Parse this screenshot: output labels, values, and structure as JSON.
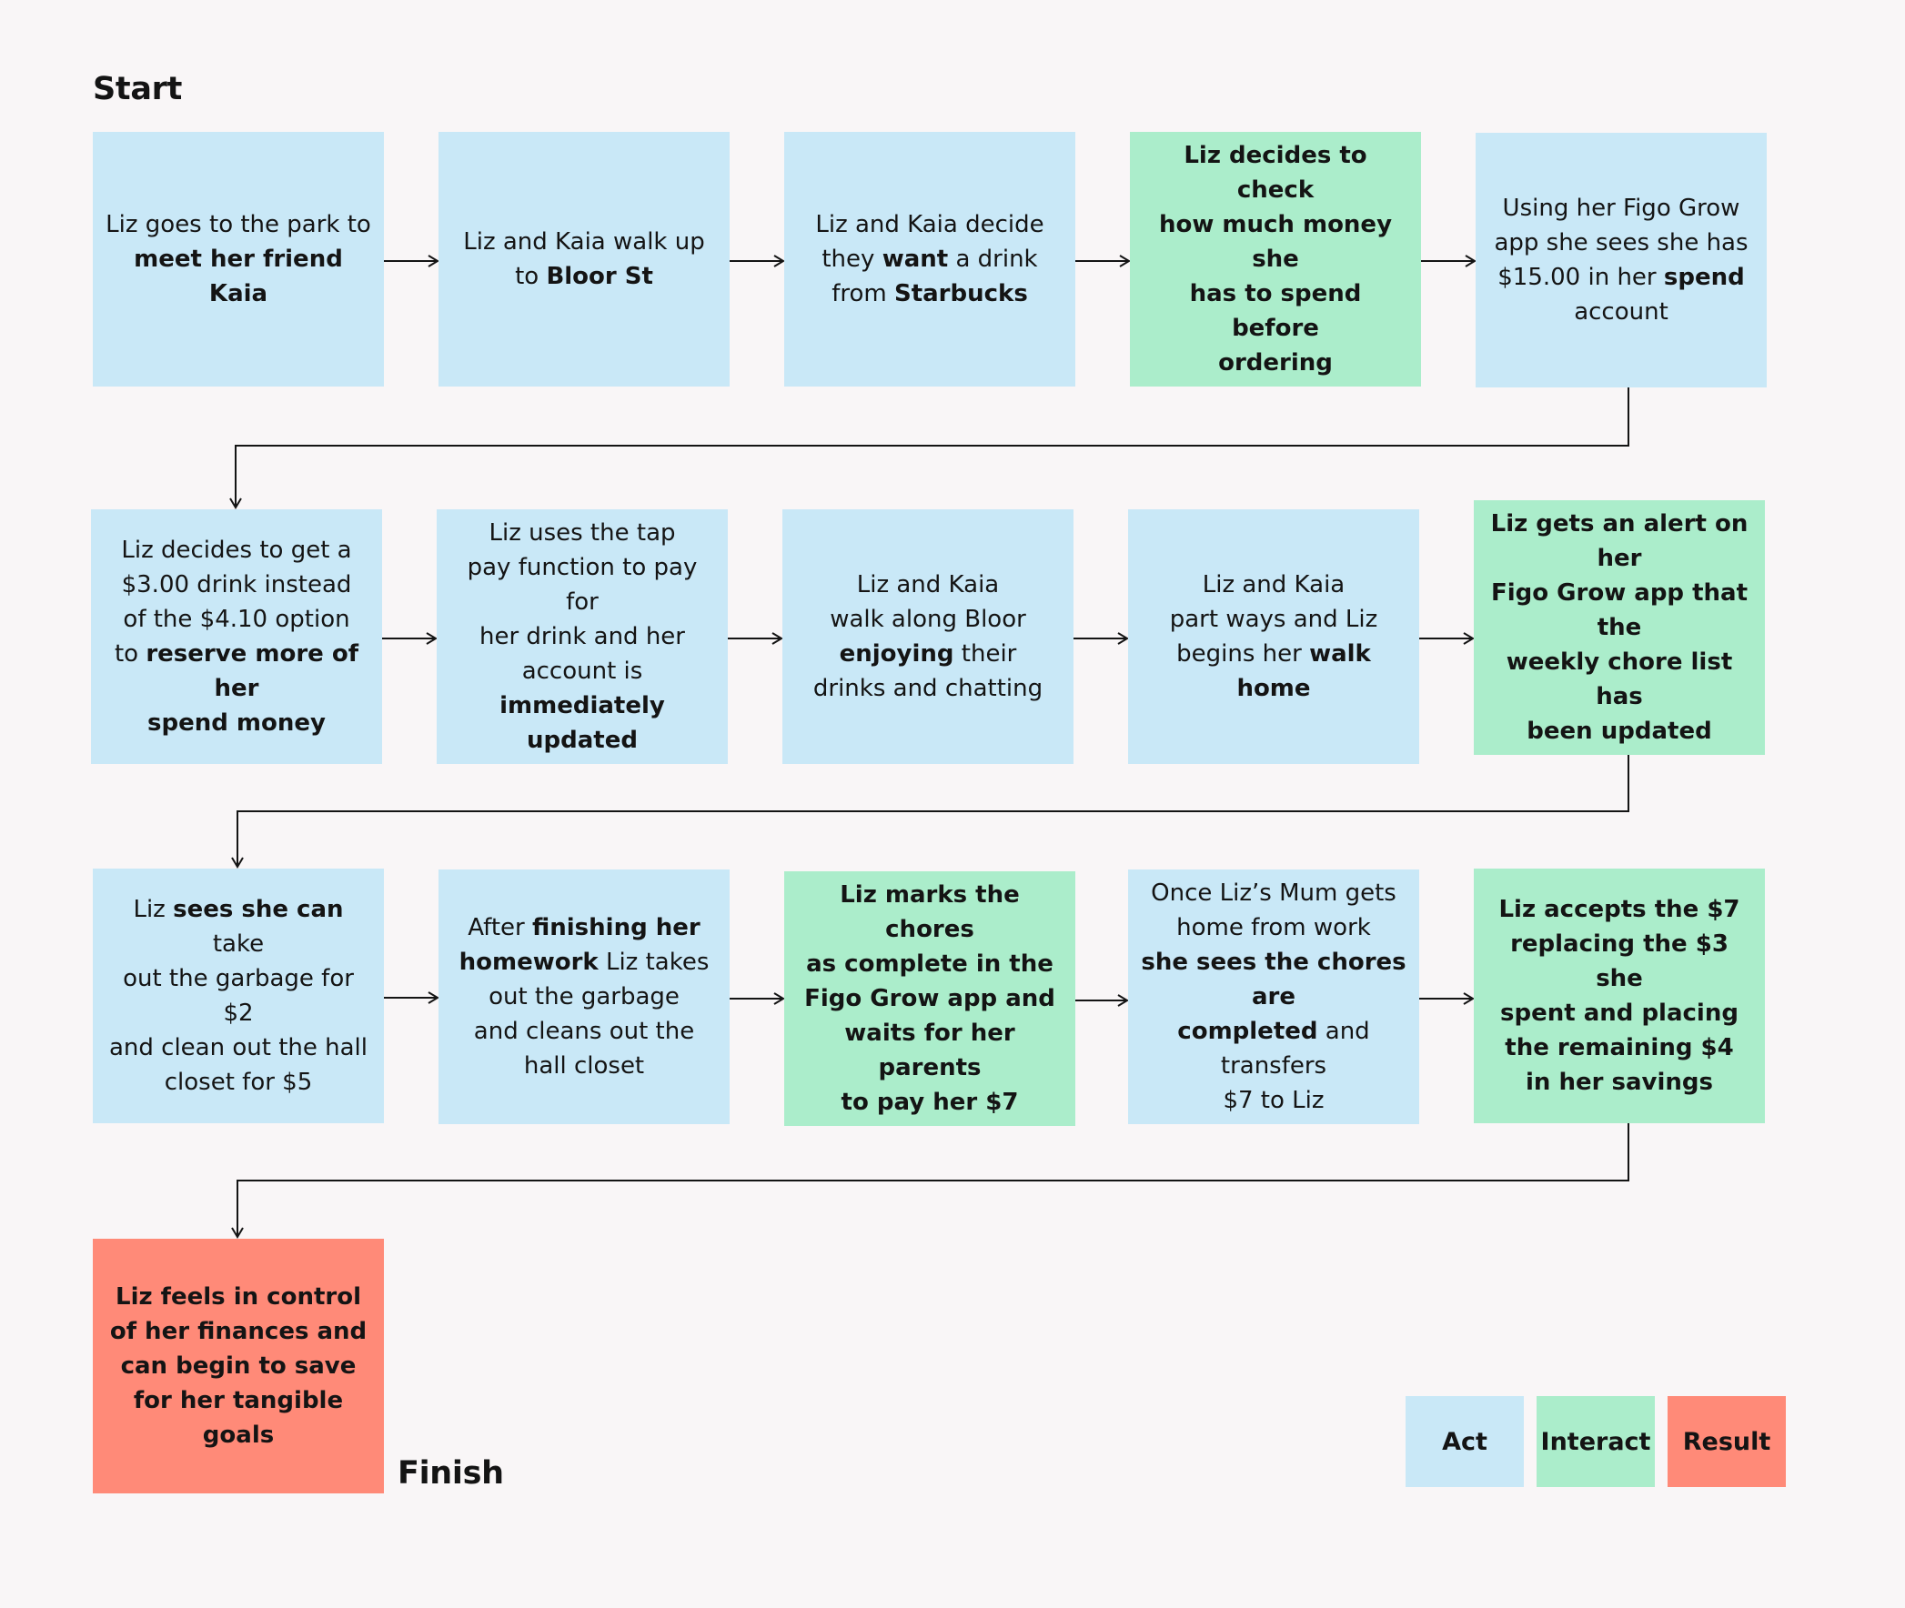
{
  "headings": {
    "start": "Start",
    "finish": "Finish"
  },
  "colors": {
    "act": "#c9e8f7",
    "interact": "#abedcb",
    "result": "#ff8a78",
    "line": "#141414"
  },
  "steps": [
    {
      "id": 1,
      "kind": "act",
      "lines": [
        [
          {
            "t": "Liz goes to the park to"
          }
        ],
        [
          {
            "t": "meet her friend Kaia",
            "b": true
          }
        ]
      ]
    },
    {
      "id": 2,
      "kind": "act",
      "lines": [
        [
          {
            "t": "Liz and Kaia walk up"
          }
        ],
        [
          {
            "t": "to "
          },
          {
            "t": "Bloor St",
            "b": true
          }
        ]
      ]
    },
    {
      "id": 3,
      "kind": "act",
      "lines": [
        [
          {
            "t": "Liz and Kaia decide"
          }
        ],
        [
          {
            "t": "they "
          },
          {
            "t": "want",
            "b": true
          },
          {
            "t": " a drink"
          }
        ],
        [
          {
            "t": "from "
          },
          {
            "t": "Starbucks",
            "b": true
          }
        ]
      ]
    },
    {
      "id": 4,
      "kind": "interact",
      "lines": [
        [
          {
            "t": "Liz decides to check"
          }
        ],
        [
          {
            "t": "how much money she"
          }
        ],
        [
          {
            "t": "has to spend before"
          }
        ],
        [
          {
            "t": "ordering"
          }
        ]
      ]
    },
    {
      "id": 5,
      "kind": "act",
      "lines": [
        [
          {
            "t": "Using her Figo Grow"
          }
        ],
        [
          {
            "t": "app she sees she has"
          }
        ],
        [
          {
            "t": "$15.00 in her "
          },
          {
            "t": "spend",
            "b": true
          }
        ],
        [
          {
            "t": "account"
          }
        ]
      ]
    },
    {
      "id": 6,
      "kind": "act",
      "lines": [
        [
          {
            "t": "Liz decides to get a"
          }
        ],
        [
          {
            "t": "$3.00 drink instead"
          }
        ],
        [
          {
            "t": "of the $4.10 option"
          }
        ],
        [
          {
            "t": "to "
          },
          {
            "t": "reserve more of her",
            "b": true
          }
        ],
        [
          {
            "t": "spend money",
            "b": true
          }
        ]
      ]
    },
    {
      "id": 7,
      "kind": "act",
      "lines": [
        [
          {
            "t": "Liz uses the tap"
          }
        ],
        [
          {
            "t": "pay function to pay for"
          }
        ],
        [
          {
            "t": "her drink and her"
          }
        ],
        [
          {
            "t": "account is "
          },
          {
            "t": "immediately",
            "b": true
          }
        ],
        [
          {
            "t": "updated",
            "b": true
          }
        ]
      ]
    },
    {
      "id": 8,
      "kind": "act",
      "lines": [
        [
          {
            "t": "Liz and Kaia"
          }
        ],
        [
          {
            "t": "walk along Bloor"
          }
        ],
        [
          {
            "t": "enjoying",
            "b": true
          },
          {
            "t": " their"
          }
        ],
        [
          {
            "t": "drinks and chatting"
          }
        ]
      ]
    },
    {
      "id": 9,
      "kind": "act",
      "lines": [
        [
          {
            "t": "Liz and Kaia"
          }
        ],
        [
          {
            "t": "part ways and Liz"
          }
        ],
        [
          {
            "t": "begins her "
          },
          {
            "t": "walk home",
            "b": true
          }
        ]
      ]
    },
    {
      "id": 10,
      "kind": "interact",
      "lines": [
        [
          {
            "t": "Liz gets an alert on her"
          }
        ],
        [
          {
            "t": "Figo Grow app that the"
          }
        ],
        [
          {
            "t": "weekly chore list has"
          }
        ],
        [
          {
            "t": "been updated"
          }
        ]
      ]
    },
    {
      "id": 11,
      "kind": "act",
      "lines": [
        [
          {
            "t": "Liz "
          },
          {
            "t": "sees she can",
            "b": true
          },
          {
            "t": " take"
          }
        ],
        [
          {
            "t": "out the garbage for $2"
          }
        ],
        [
          {
            "t": "and clean out the hall"
          }
        ],
        [
          {
            "t": "closet for $5"
          }
        ]
      ]
    },
    {
      "id": 12,
      "kind": "act",
      "lines": [
        [
          {
            "t": "After "
          },
          {
            "t": "finishing her",
            "b": true
          }
        ],
        [
          {
            "t": "homework",
            "b": true
          },
          {
            "t": " Liz takes"
          }
        ],
        [
          {
            "t": "out the garbage"
          }
        ],
        [
          {
            "t": "and cleans out the"
          }
        ],
        [
          {
            "t": "hall closet"
          }
        ]
      ]
    },
    {
      "id": 13,
      "kind": "interact",
      "lines": [
        [
          {
            "t": "Liz marks the chores"
          }
        ],
        [
          {
            "t": "as complete in the"
          }
        ],
        [
          {
            "t": "Figo Grow app and"
          }
        ],
        [
          {
            "t": "waits for her parents"
          }
        ],
        [
          {
            "t": "to pay her $7"
          }
        ]
      ]
    },
    {
      "id": 14,
      "kind": "act",
      "lines": [
        [
          {
            "t": "Once Liz’s Mum gets"
          }
        ],
        [
          {
            "t": "home from work"
          }
        ],
        [
          {
            "t": "she sees the chores are",
            "b": true
          }
        ],
        [
          {
            "t": "completed",
            "b": true
          },
          {
            "t": " and transfers"
          }
        ],
        [
          {
            "t": "$7 to Liz"
          }
        ]
      ]
    },
    {
      "id": 15,
      "kind": "interact",
      "lines": [
        [
          {
            "t": "Liz accepts the $7"
          }
        ],
        [
          {
            "t": "replacing the $3 she"
          }
        ],
        [
          {
            "t": "spent and placing"
          }
        ],
        [
          {
            "t": "the remaining $4"
          }
        ],
        [
          {
            "t": "in her savings"
          }
        ]
      ]
    },
    {
      "id": 16,
      "kind": "result",
      "lines": [
        [
          {
            "t": "Liz feels in control"
          }
        ],
        [
          {
            "t": "of her finances and"
          }
        ],
        [
          {
            "t": "can begin to save"
          }
        ],
        [
          {
            "t": "for her tangible"
          }
        ],
        [
          {
            "t": "goals"
          }
        ]
      ]
    }
  ],
  "legend": [
    {
      "label": "Act",
      "kind": "act"
    },
    {
      "label": "Interact",
      "kind": "interact"
    },
    {
      "label": "Result",
      "kind": "result"
    }
  ]
}
